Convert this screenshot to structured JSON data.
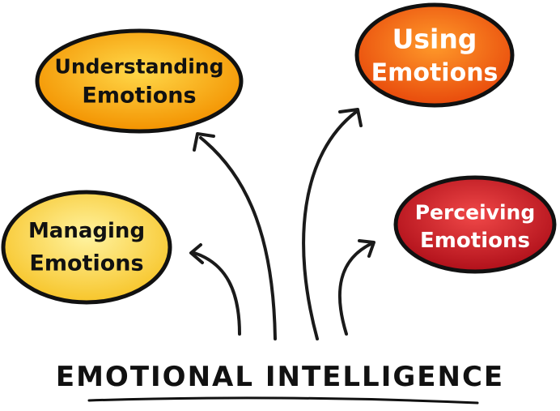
{
  "diagram": {
    "root": {
      "label": "EMOTIONAL INTELLIGENCE"
    },
    "nodes": {
      "understanding": {
        "line1": "Understanding",
        "line2": "Emotions",
        "fill": "#f6a000",
        "stroke": "#111111",
        "text_color": "#111111"
      },
      "using": {
        "line1": "Using",
        "line2": "Emotions",
        "fill": "#f06010",
        "stroke": "#111111",
        "text_color": "#ffffff"
      },
      "managing": {
        "line1": "Managing",
        "line2": "Emotions",
        "fill": "#fbd33a",
        "stroke": "#111111",
        "text_color": "#111111"
      },
      "perceiving": {
        "line1": "Perceiving",
        "line2": "Emotions",
        "fill": "#c8141c",
        "stroke": "#111111",
        "text_color": "#ffffff"
      }
    }
  }
}
